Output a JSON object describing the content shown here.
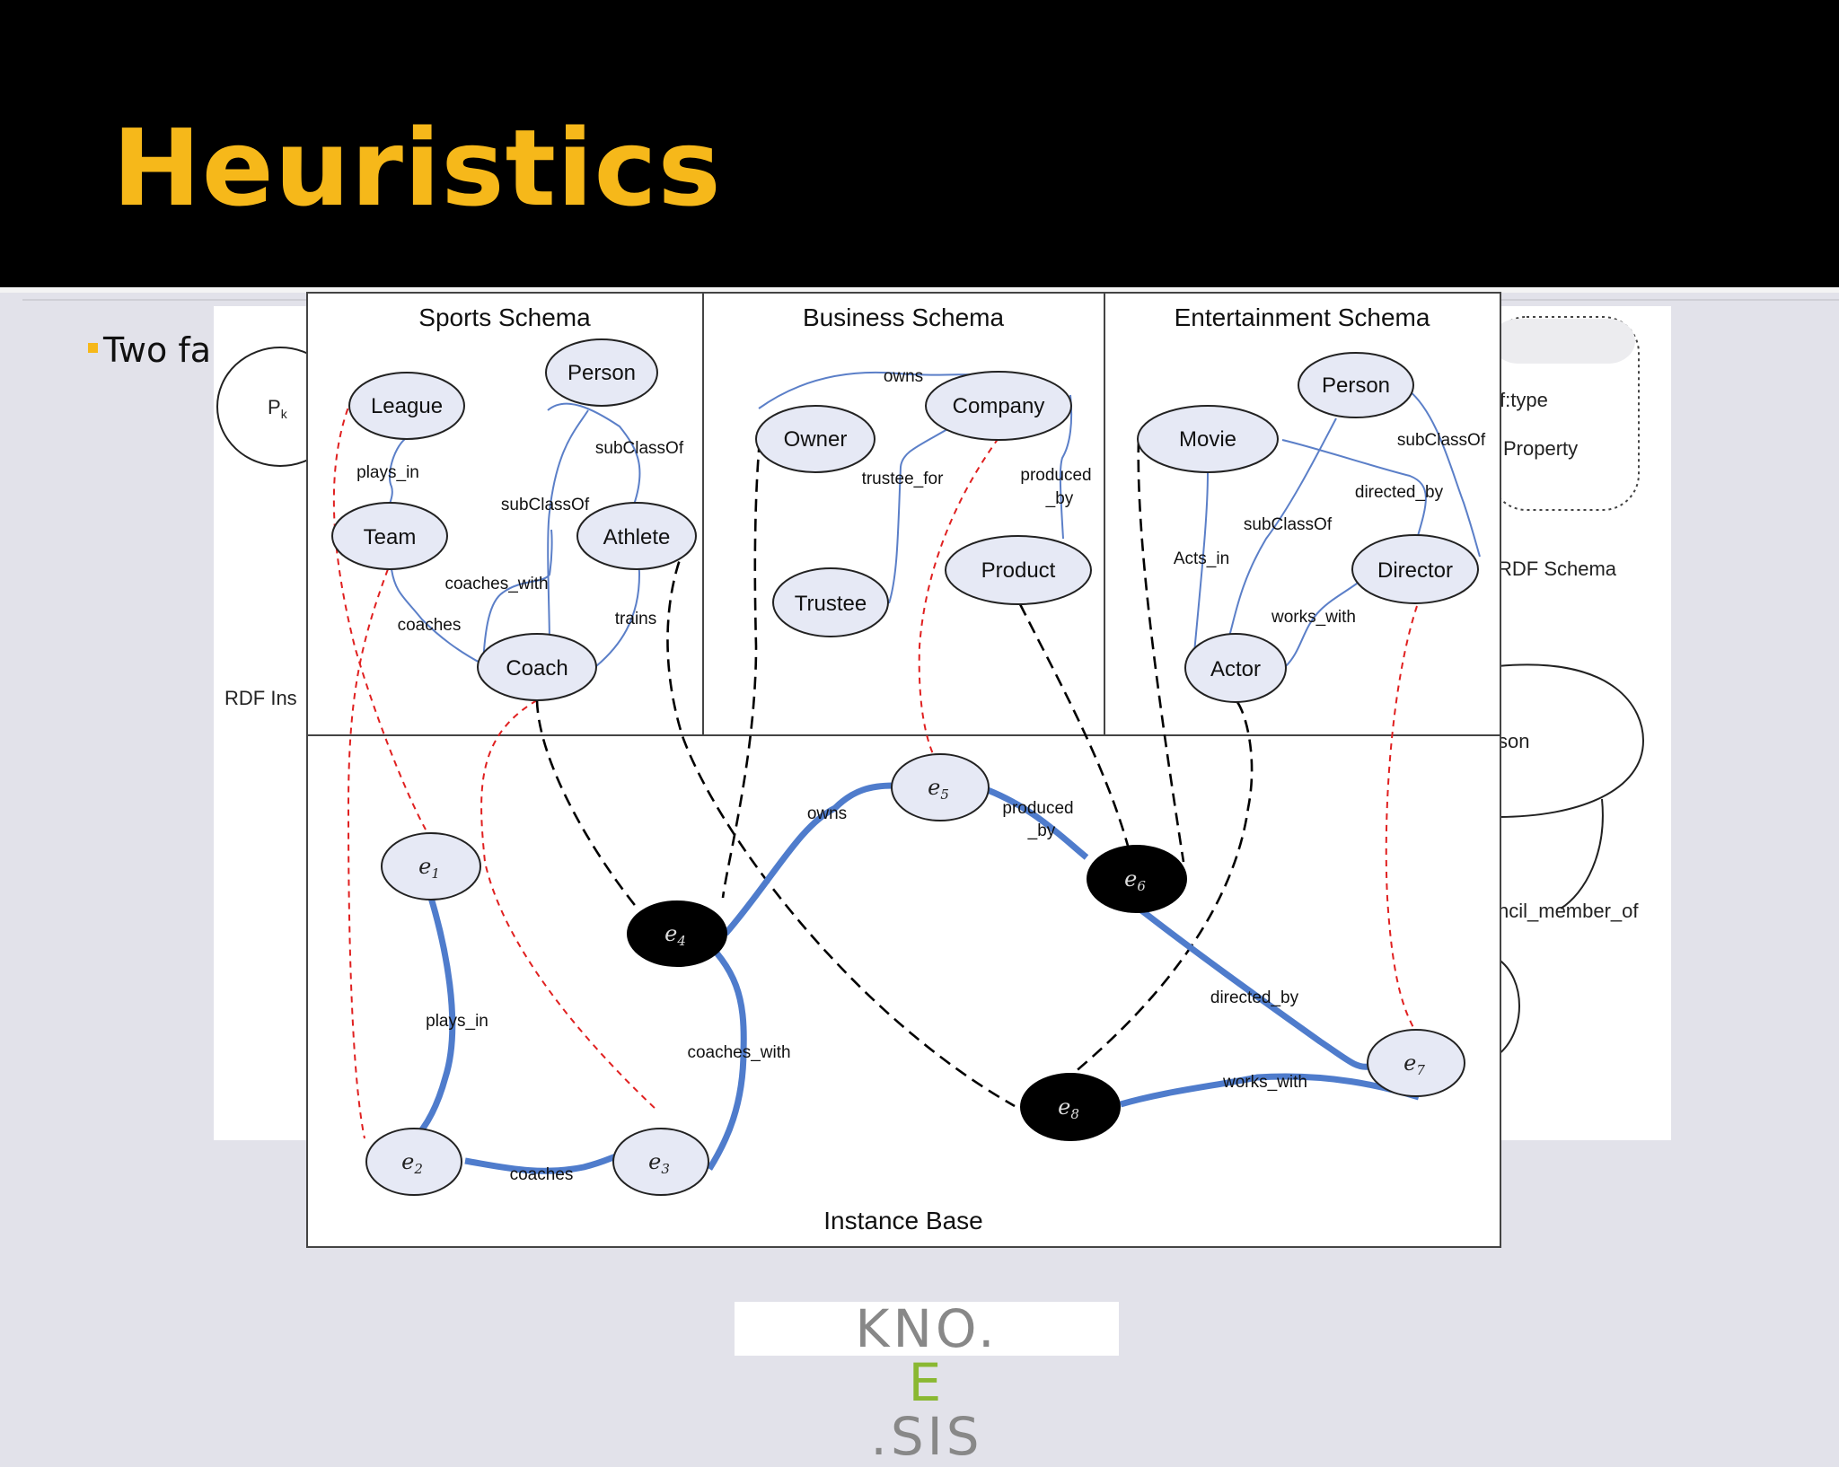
{
  "slide": {
    "title": "Heuristics",
    "bullet_text": "Two fa"
  },
  "diagram": {
    "schemas": {
      "sports": "Sports Schema",
      "business": "Business Schema",
      "entertainment": "Entertainment Schema",
      "instance": "Instance Base"
    },
    "nodes": {
      "league": "League",
      "person_s": "Person",
      "team": "Team",
      "athlete": "Athlete",
      "coach": "Coach",
      "owner": "Owner",
      "company": "Company",
      "trustee": "Trustee",
      "product": "Product",
      "movie": "Movie",
      "person_e": "Person",
      "director": "Director",
      "actor": "Actor",
      "e1": "e",
      "e1_sub": "1",
      "e2": "e",
      "e2_sub": "2",
      "e3": "e",
      "e3_sub": "3",
      "e4": "e",
      "e4_sub": "4",
      "e5": "e",
      "e5_sub": "5",
      "e6": "e",
      "e6_sub": "6",
      "e7": "e",
      "e7_sub": "7",
      "e8": "e",
      "e8_sub": "8"
    },
    "edges": {
      "plays_in_s": "plays_in",
      "subclassof_s1": "subClassOf",
      "subclassof_s2": "subClassOf",
      "coaches_with_s": "coaches_with",
      "coaches_s": "coaches",
      "trains": "trains",
      "owns_b": "owns",
      "trustee_for": "trustee_for",
      "produced_by_b1": "produced",
      "produced_by_b2": "_by",
      "subclassof_e1": "subClassOf",
      "directed_by_e": "directed_by",
      "subclassof_e2": "subClassOf",
      "acts_in": "Acts_in",
      "works_with_e": "works_with",
      "owns_i": "owns",
      "produced_by_i1": "produced",
      "produced_by_i2": "_by",
      "plays_in_i": "plays_in",
      "coaches_with_i": "coaches_with",
      "coaches_i": "coaches",
      "directed_by_i": "directed_by",
      "works_with_i": "works_with"
    },
    "background": {
      "pk": "P",
      "pk_sub": "k",
      "rdf_ins": "RDF Ins",
      "rdf_type": "f:type",
      "property": "Property",
      "rdf_schema": "RDF Schema",
      "son": "son",
      "council": "ncil_member_of"
    }
  },
  "logo": {
    "part1": "KNO.",
    "part2": "E",
    "part3": ".SIS"
  },
  "colors": {
    "title": "#f6b81a",
    "node_fill": "#e6e9f5",
    "schema_edge": "#5b7fc8",
    "instance_edge": "#4f7ccc",
    "mapping_red": "#e02020",
    "mapping_black": "#000000"
  }
}
